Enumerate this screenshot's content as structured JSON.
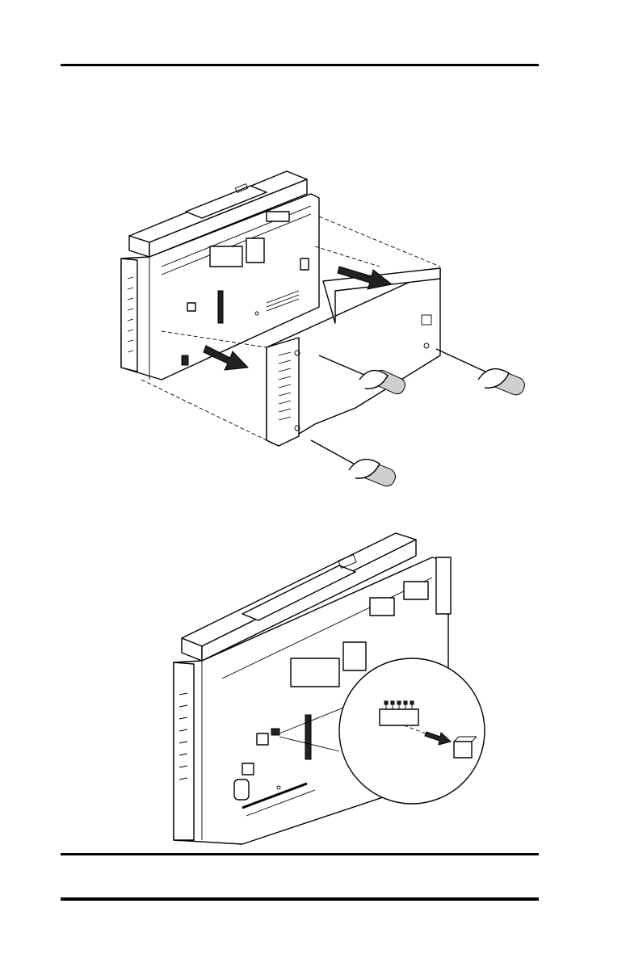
{
  "figures": [
    {
      "id": "figure-remove-cover",
      "icons": [
        "screwdriver-icon",
        "rotate-counterclockwise-icon",
        "removal-arrow-icon"
      ]
    },
    {
      "id": "figure-remove-jumper",
      "icons": [
        "jumper-icon",
        "removal-arrow-icon",
        "detail-magnifier-circle"
      ]
    }
  ],
  "colors": {
    "line": "#000000",
    "background": "#ffffff",
    "arrow_fill": "#333333"
  }
}
